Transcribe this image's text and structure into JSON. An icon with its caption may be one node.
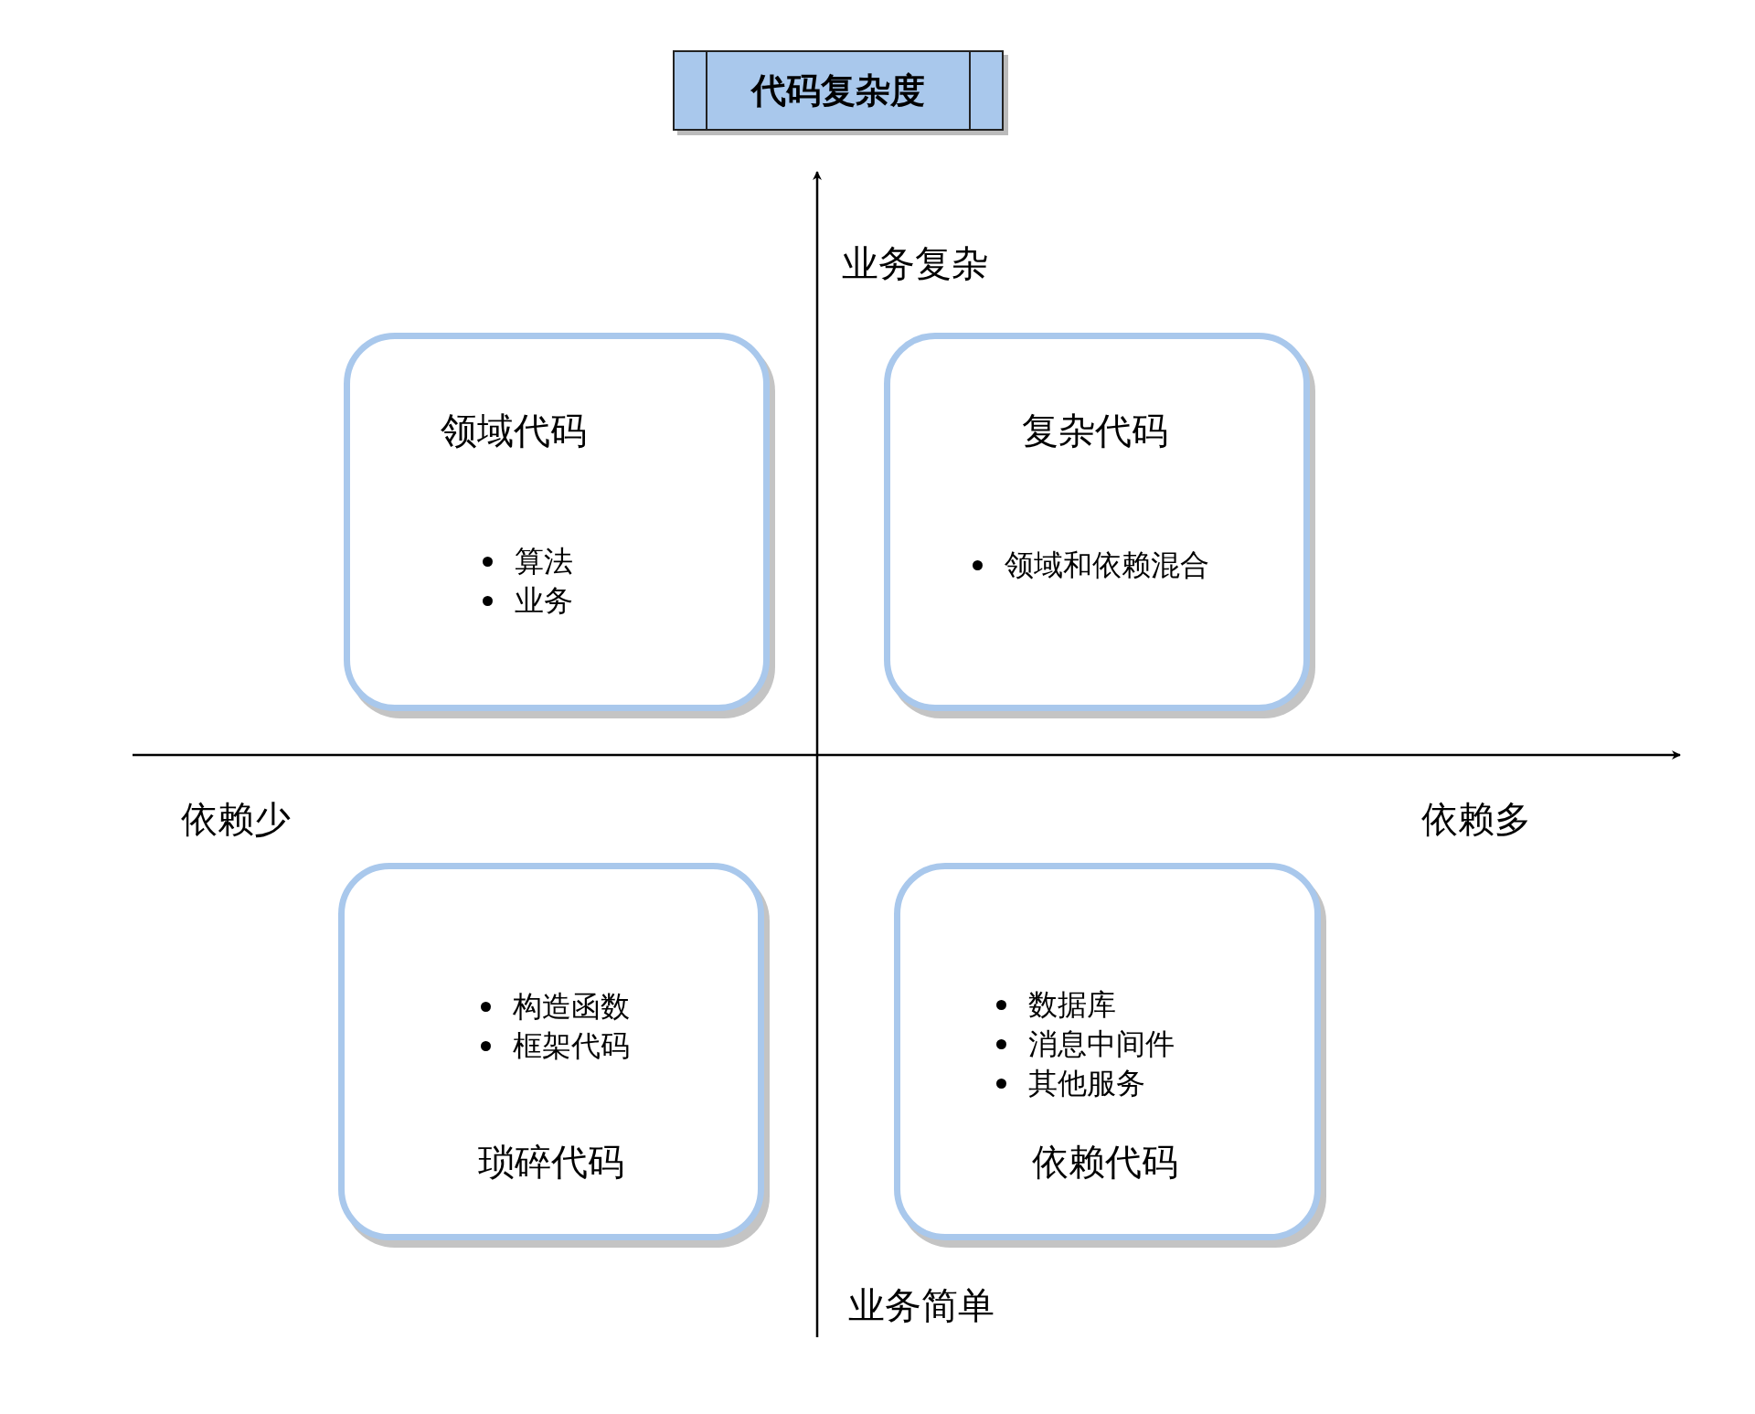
{
  "diagram": {
    "title": "代码复杂度",
    "nodes": [
      {
        "text": [
          "领域代码",
          "算法",
          "业务"
        ]
      },
      {
        "text": [
          "复杂代码",
          "领域和依赖混合"
        ]
      },
      {
        "text": [
          "构造函数",
          "框架代码",
          "琐碎代码"
        ]
      },
      {
        "text": [
          "数据库",
          "消息中间件",
          "其他服务",
          "依赖代码"
        ]
      }
    ],
    "labels": [
      "业务复杂",
      "依赖少",
      "依赖多",
      "业务简单"
    ]
  }
}
